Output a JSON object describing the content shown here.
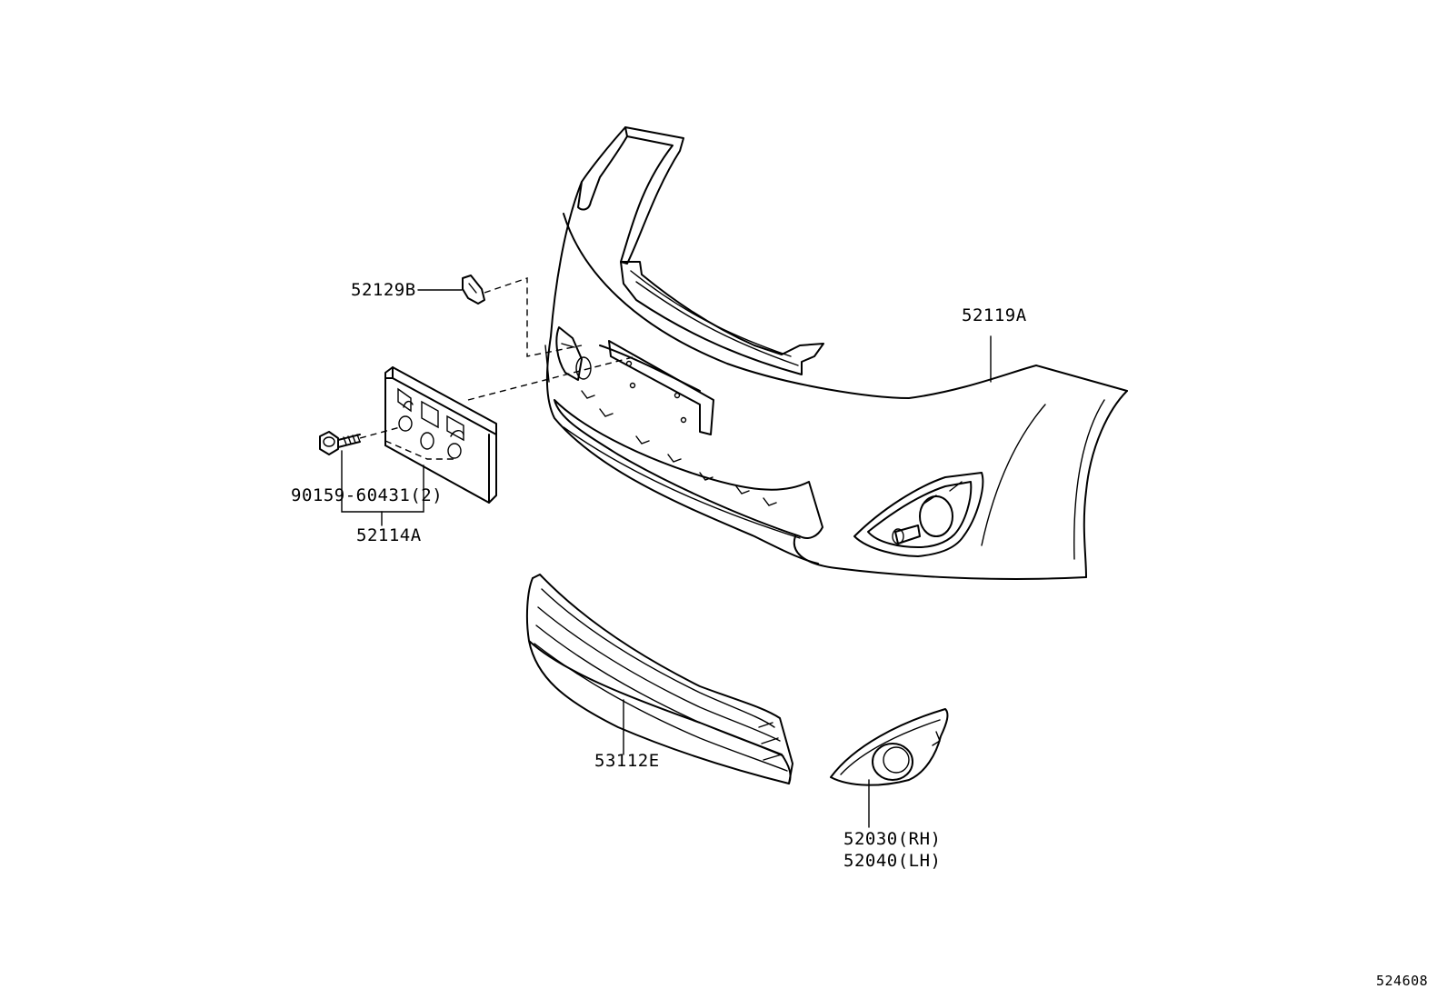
{
  "diagram": {
    "parts": {
      "bumper_cover": "52119A",
      "reinforcement_clip": "52129B",
      "license_bracket": "52114A",
      "bracket_screw": "90159-60431(2)",
      "lower_grille": "53112E",
      "fog_cover_rh": "52030(RH)",
      "fog_cover_lh": "52040(LH)"
    },
    "illustration_number": "524608"
  }
}
